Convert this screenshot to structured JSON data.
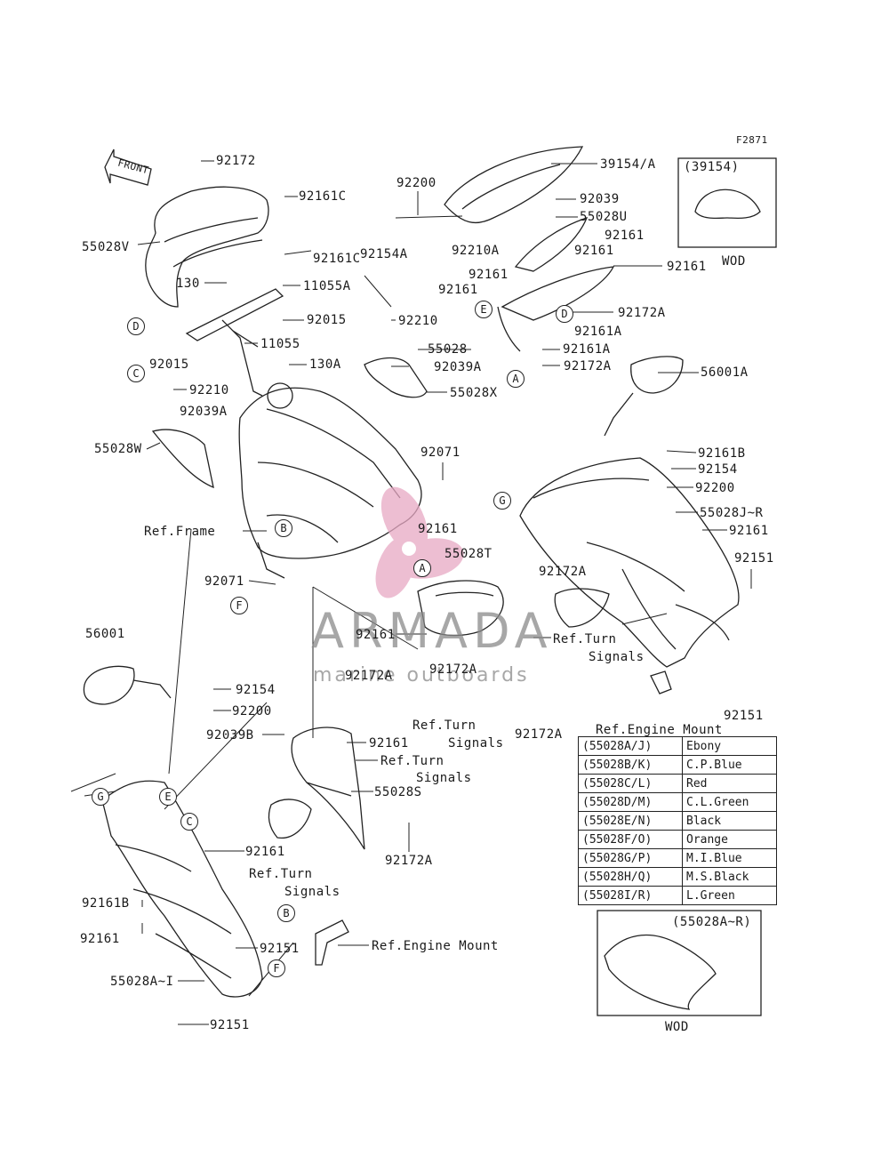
{
  "figure_code": "F2871",
  "front_label": "FRONT",
  "windshield_inset": {
    "part": "(39154)",
    "note": "WOD"
  },
  "cowl_inset": {
    "part": "(55028A~R)",
    "note": "WOD"
  },
  "callouts": {
    "A": "A",
    "B": "B",
    "C": "C",
    "D": "D",
    "E": "E",
    "F": "F",
    "G": "G"
  },
  "parts": {
    "p92172": "92172",
    "p92161C_1": "92161C",
    "p92161C_2": "92161C",
    "p55028V": "55028V",
    "p130": "130",
    "p11055A": "11055A",
    "p92015_1": "92015",
    "p92015_2": "92015",
    "p11055": "11055",
    "p130A": "130A",
    "p92210_1": "92210",
    "p92039A_1": "92039A",
    "p55028W": "55028W",
    "p92200_1": "92200",
    "p92154A": "92154A",
    "p92210A": "92210A",
    "p39154A": "39154/A",
    "p92039": "92039",
    "p55028U": "55028U",
    "p92161_1": "92161",
    "p92161_2": "92161",
    "p92161_3": "92161",
    "p92161_4": "92161",
    "p92161_5": "92161",
    "p92172A_1": "92172A",
    "p92210_2": "92210",
    "p55028": "55028",
    "p92161A_1": "92161A",
    "p92161A_2": "92161A",
    "p92039A_2": "92039A",
    "p92172A_2": "92172A",
    "p55028X": "55028X",
    "p56001A": "56001A",
    "p92071_1": "92071",
    "p92161B_1": "92161B",
    "p92154_1": "92154",
    "p92200_2": "92200",
    "p55028JR": "55028J~R",
    "p92161_6": "92161",
    "p92161_7": "92161",
    "p55028T": "55028T",
    "p92172A_3": "92172A",
    "p92151_1": "92151",
    "p92071_2": "92071",
    "p92161_8": "92161",
    "p92172A_4": "92172A",
    "p92151_2": "92151",
    "p56001": "56001",
    "p92154_2": "92154",
    "p92200_3": "92200",
    "p92172A_5": "92172A",
    "p92039B": "92039B",
    "p92161_9": "92161",
    "p55028S": "55028S",
    "p92172A_6": "92172A",
    "p92172A_7": "92172A",
    "p92161_10": "92161",
    "p92161B_2": "92161B",
    "p92161_11": "92161",
    "p92151_3": "92151",
    "p55028AI": "55028A~I",
    "p92151_4": "92151"
  },
  "references": {
    "frame": "Ref.Frame",
    "turn_signals_1a": "Ref.Turn",
    "turn_signals_1b": "Signals",
    "turn_signals_2a": "Ref.Turn",
    "turn_signals_2b": "Signals",
    "turn_signals_3a": "Ref.Turn",
    "turn_signals_3b": "Signals",
    "turn_signals_4a": "Ref.Turn",
    "turn_signals_4b": "Signals",
    "engine_mount_1": "Ref.Engine Mount",
    "engine_mount_2": "Ref.Engine Mount"
  },
  "color_table": [
    {
      "code": "(55028A/J)",
      "color": "Ebony"
    },
    {
      "code": "(55028B/K)",
      "color": "C.P.Blue"
    },
    {
      "code": "(55028C/L)",
      "color": "Red"
    },
    {
      "code": "(55028D/M)",
      "color": "C.L.Green"
    },
    {
      "code": "(55028E/N)",
      "color": "Black"
    },
    {
      "code": "(55028F/O)",
      "color": "Orange"
    },
    {
      "code": "(55028G/P)",
      "color": "M.I.Blue"
    },
    {
      "code": "(55028H/Q)",
      "color": "M.S.Black"
    },
    {
      "code": "(55028I/R)",
      "color": "L.Green"
    }
  ],
  "watermark": {
    "name": "ARMADA",
    "subtitle": "marine outboards",
    "logo_color": "#e8a9c4"
  }
}
